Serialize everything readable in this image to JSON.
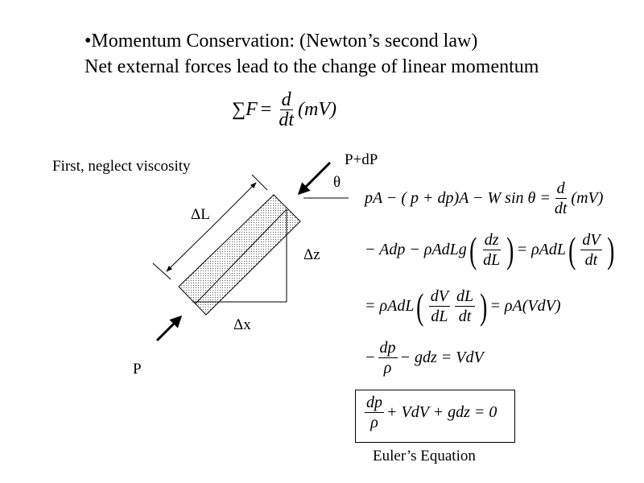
{
  "title_line1": "•Momentum Conservation: (Newton’s second law)",
  "title_line2": "Net external forces lead to the change of linear momentum",
  "main_eq": {
    "lhs": "∑F",
    "eq": "=",
    "num": "d",
    "den": "dt",
    "rhs": "(mV)"
  },
  "labels": {
    "neglect": "First, neglect viscosity",
    "p_plus_dp": "P+dP",
    "theta": "θ",
    "delta_l": "ΔL",
    "delta_z": "Δz",
    "delta_x": "Δx",
    "p": "P"
  },
  "equations": {
    "eq1_lhs": "pA − ( p + dp)A − W sin θ =",
    "eq1_num": "d",
    "eq1_den": "dt",
    "eq1_rhs": "(mV)",
    "eq2_a": "− Adp − ρAdLg",
    "eq2_num1": "dz",
    "eq2_den1": "dL",
    "eq2_b": "= ρAdL",
    "eq2_num2": "dV",
    "eq2_den2": "dt",
    "eq3_a": "= ρAdL",
    "eq3_num1": "dV",
    "eq3_den1": "dL",
    "eq3_num2": "dL",
    "eq3_den2": "dt",
    "eq3_b": "= ρA(VdV)",
    "eq4_minus": "−",
    "eq4_num": "dp",
    "eq4_den": "ρ",
    "eq4_rest": "− gdz = VdV",
    "euler_num": "dp",
    "euler_den": "ρ",
    "euler_rest": "+ VdV + gdz = 0",
    "euler_caption": "Euler’s Equation"
  }
}
